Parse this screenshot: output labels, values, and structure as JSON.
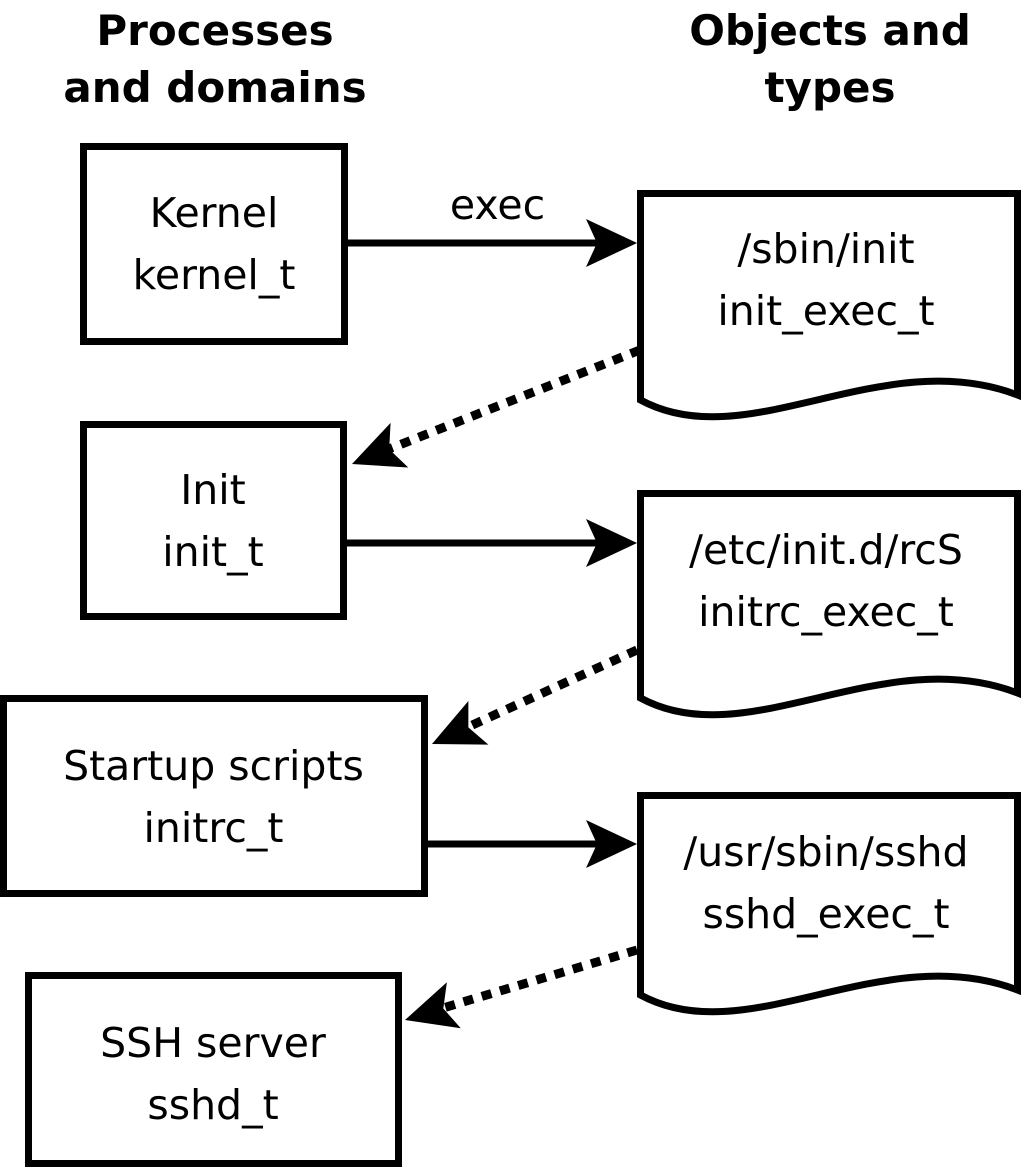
{
  "diagram": {
    "column_headers": {
      "left": {
        "line1": "Processes",
        "line2": "and domains"
      },
      "right": {
        "line1": "Objects and",
        "line2": "types"
      }
    },
    "edge_label": "exec",
    "process_nodes": [
      {
        "name": "Kernel",
        "domain": "kernel_t"
      },
      {
        "name": "Init",
        "domain": "init_t"
      },
      {
        "name": "Startup scripts",
        "domain": "initrc_t"
      },
      {
        "name": "SSH server",
        "domain": "sshd_t"
      }
    ],
    "object_nodes": [
      {
        "path": "/sbin/init",
        "type": "init_exec_t"
      },
      {
        "path": "/etc/init.d/rcS",
        "type": "initrc_exec_t"
      },
      {
        "path": "/usr/sbin/sshd",
        "type": "sshd_exec_t"
      }
    ],
    "colors": {
      "line": "#000000",
      "background": "#ffffff",
      "text": "#000000"
    }
  }
}
